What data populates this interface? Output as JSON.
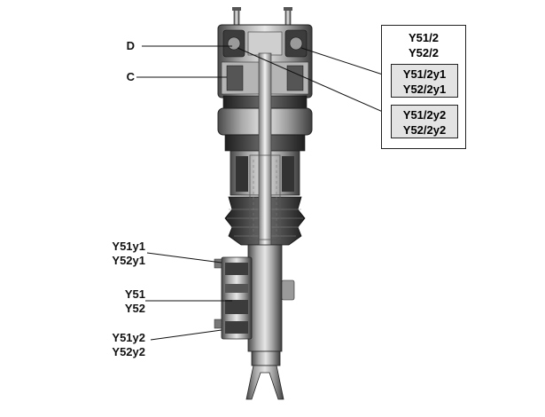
{
  "labels": {
    "d": "D",
    "c": "C",
    "y51y1": "Y51y1",
    "y52y1": "Y52y1",
    "y51": "Y51",
    "y52": "Y52",
    "y51y2": "Y51y2",
    "y52y2": "Y52y2"
  },
  "legend_box": {
    "top_line1": "Y51/2",
    "top_line2": "Y52/2",
    "box1_line1": "Y51/2y1",
    "box1_line2": "Y52/2y1",
    "box2_line1": "Y51/2y2",
    "box2_line2": "Y52/2y2"
  },
  "colors": {
    "metal_dark": "#3a3a3a",
    "metal_mid": "#8a8a8a",
    "metal_light": "#cfcfcf",
    "leader": "#111111",
    "box_fill": "#e3e3e3"
  }
}
